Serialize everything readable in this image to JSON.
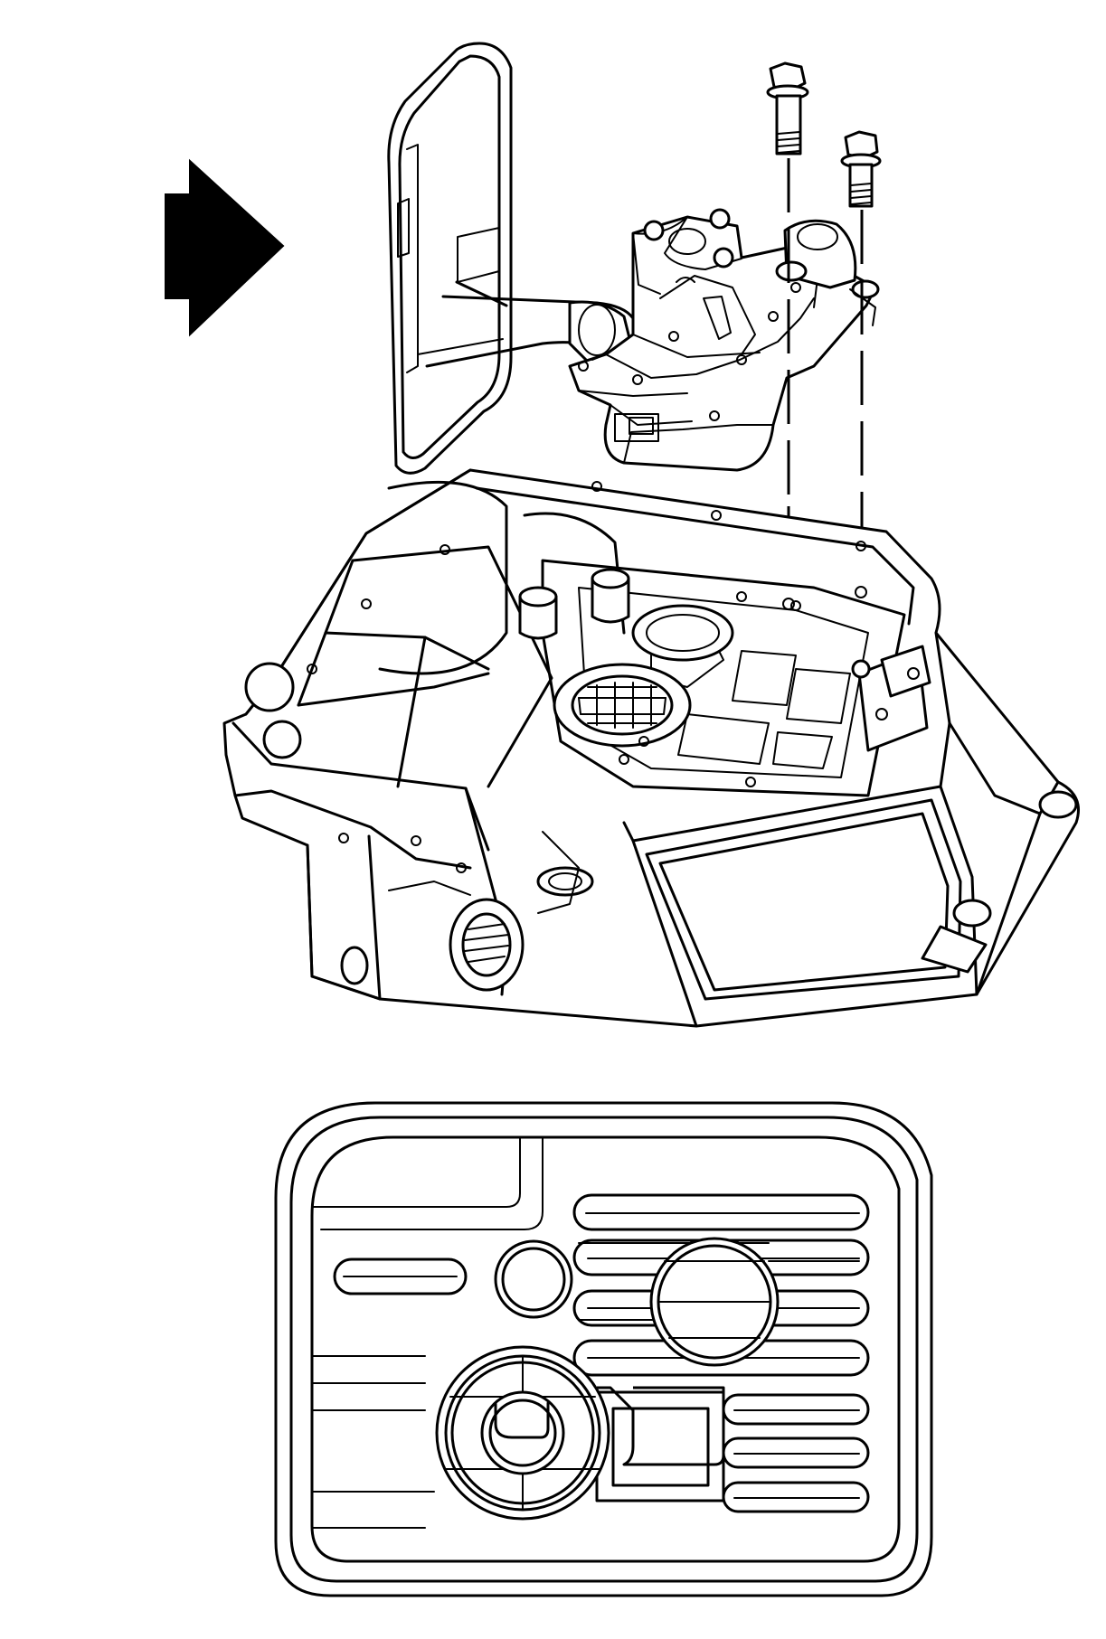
{
  "figure": {
    "kind": "technical exploded-view line illustration",
    "top_view": [
      "filter",
      "filter-neck",
      "valve-body",
      "long-bolt",
      "short-bolt",
      "transmission-case"
    ],
    "bottom_view": [
      "filter-detail-view"
    ],
    "arrow_icon": "arrow-right-icon",
    "colors": {
      "line": "#000000",
      "background": "#ffffff",
      "arrow": "#000000"
    }
  }
}
